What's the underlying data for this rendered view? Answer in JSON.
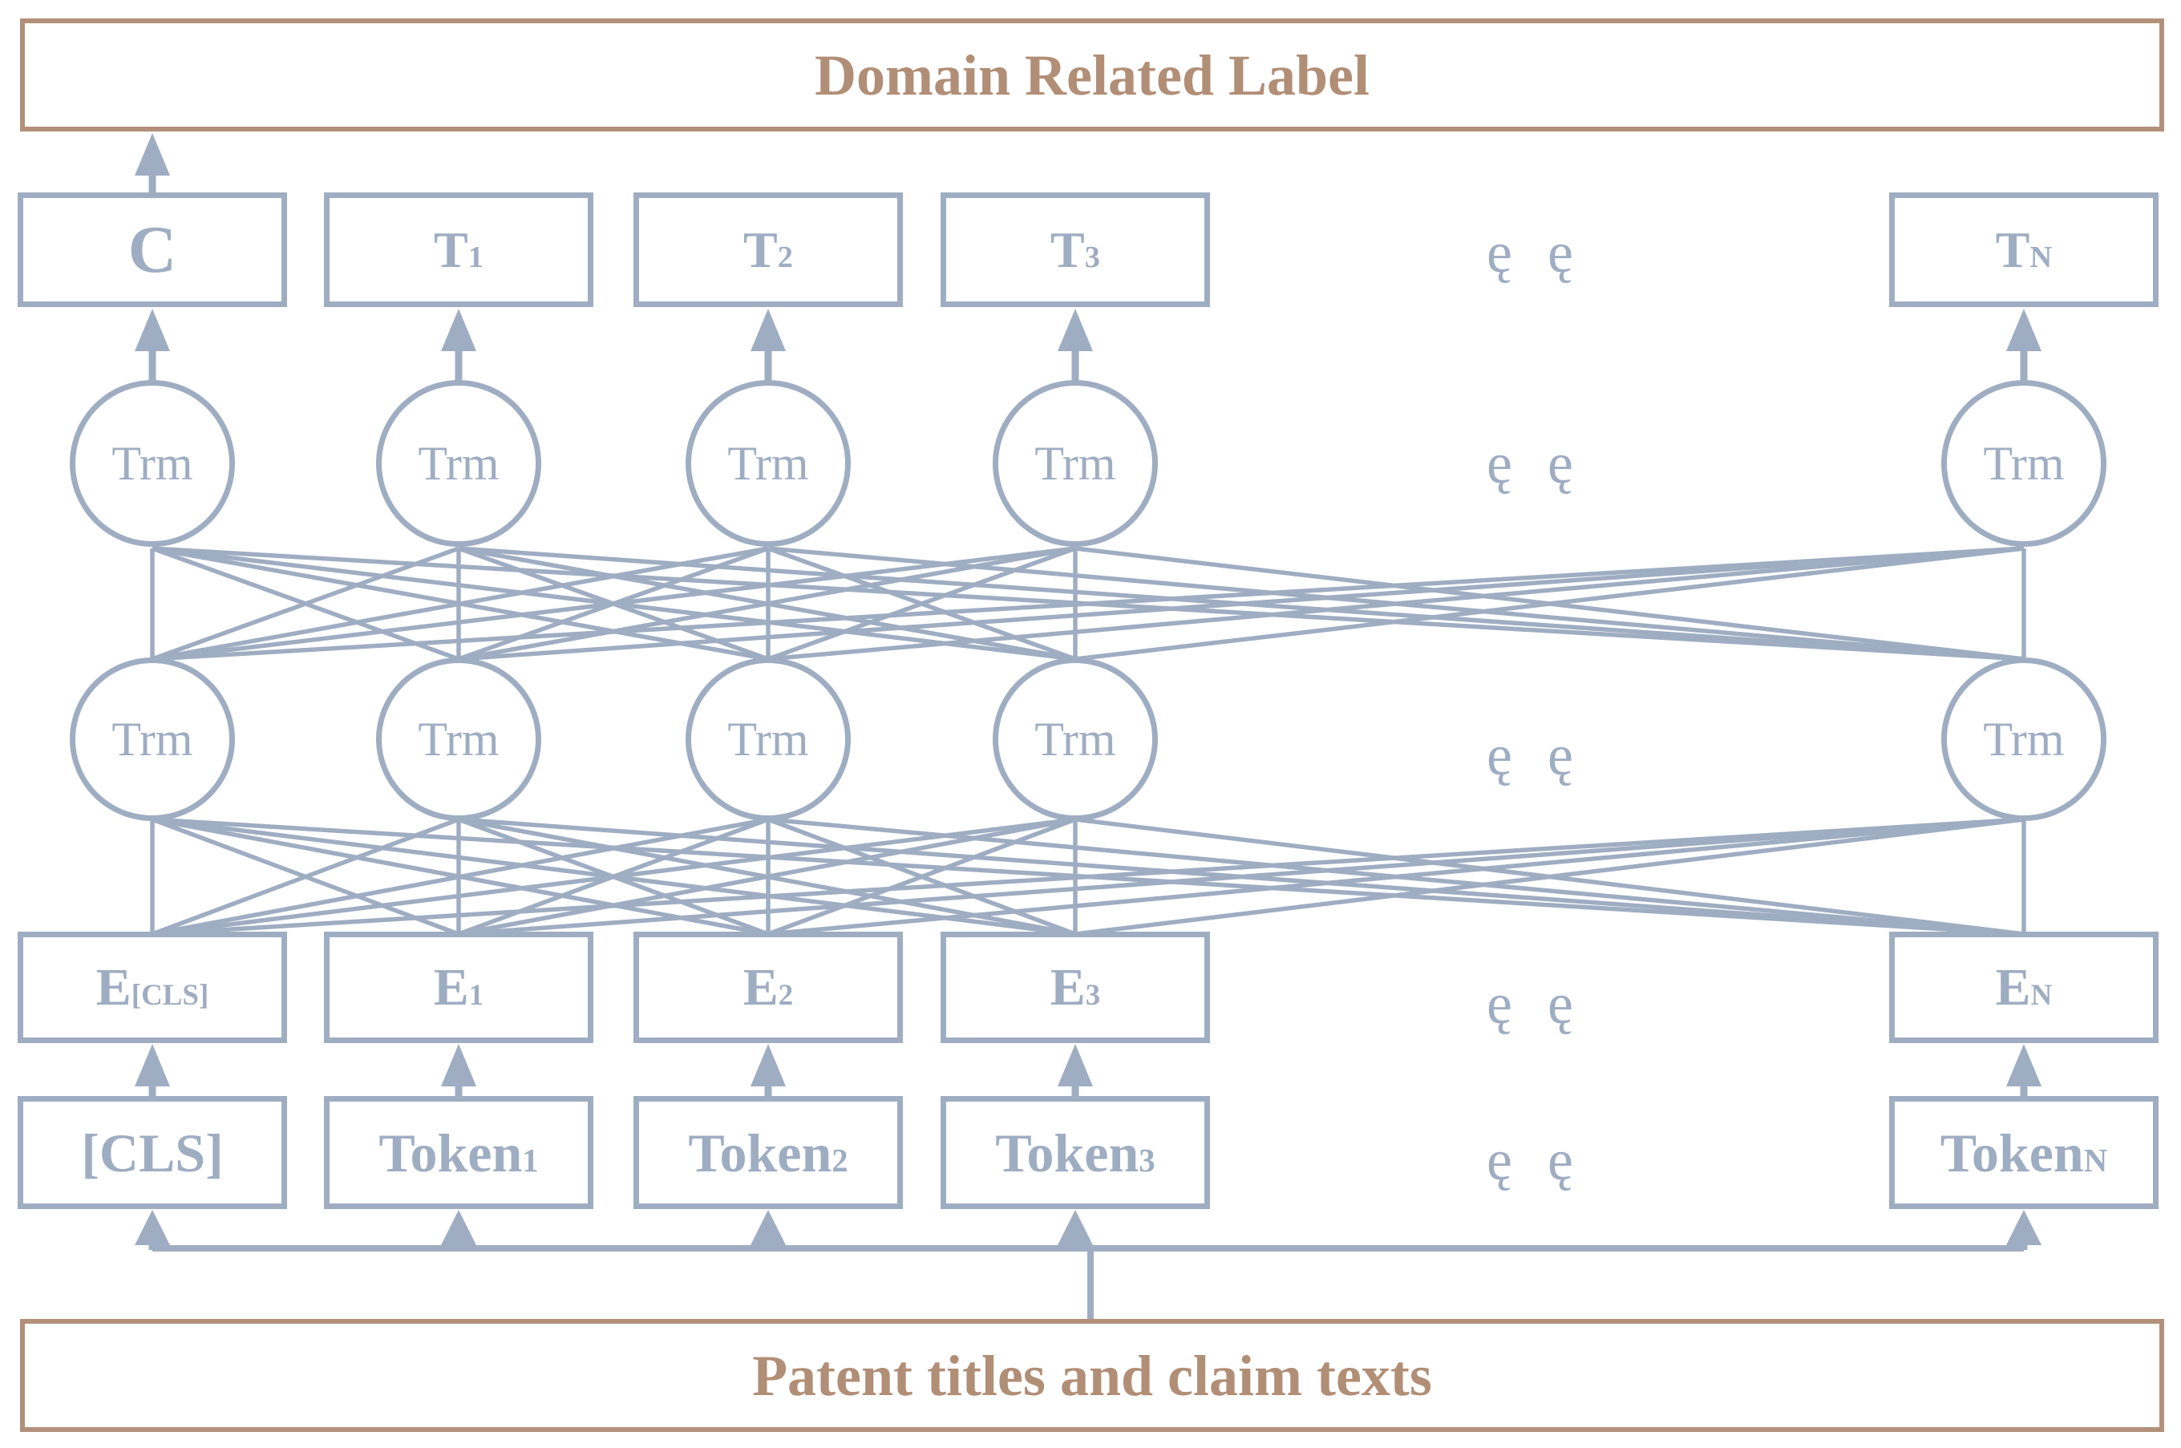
{
  "diagram": {
    "top_box": {
      "label": "Domain Related Label"
    },
    "bottom_box": {
      "label": "Patent titles and claim texts"
    },
    "trm_label": "Trm",
    "ellipsis": "ę ę",
    "columns": [
      {
        "t_main": "C",
        "t_sub": "",
        "e_main": "E",
        "e_sub": "[CLS]",
        "token_main": "[CLS]",
        "token_sub": ""
      },
      {
        "t_main": "T",
        "t_sub": "1",
        "e_main": "E",
        "e_sub": "1",
        "token_main": "Token",
        "token_sub": "1"
      },
      {
        "t_main": "T",
        "t_sub": "2",
        "e_main": "E",
        "e_sub": "2",
        "token_main": "Token",
        "token_sub": "2"
      },
      {
        "t_main": "T",
        "t_sub": "3",
        "e_main": "E",
        "e_sub": "3",
        "token_main": "Token",
        "token_sub": "3"
      },
      {
        "t_main": "T",
        "t_sub": "N",
        "e_main": "E",
        "e_sub": "N",
        "token_main": "Token",
        "token_sub": "N"
      }
    ],
    "colors": {
      "line_blue": "#9FADC2",
      "accent_tan": "#B2907A",
      "tan_text": "#B18E76",
      "background": "#FFFFFF"
    }
  }
}
